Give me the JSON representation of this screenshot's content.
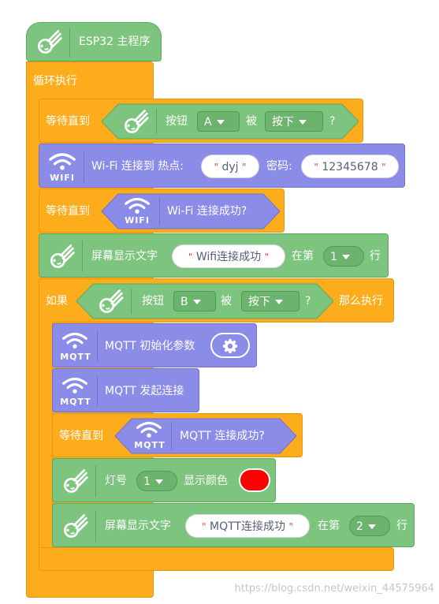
{
  "colors": {
    "green": "#7dc47f",
    "orange": "#fdac1c",
    "purple": "#8b8ce8",
    "red": "#ff0000"
  },
  "hat": {
    "label": "ESP32 主程序",
    "icon": "comet-icon"
  },
  "loop": {
    "label": "循环执行"
  },
  "wait1": {
    "label": "等待直到",
    "cond_label": "按钮",
    "button": "A",
    "mid": "被",
    "action": "按下",
    "end": "?"
  },
  "wifi_connect": {
    "icon_text": "WIFI",
    "label": "Wi-Fi 连接到 热点:",
    "ssid": "dyj",
    "pwd_label": "密码:",
    "password": "12345678"
  },
  "wait2": {
    "label": "等待直到",
    "icon_text": "WIFI",
    "cond": "Wi-Fi 连接成功?"
  },
  "display1": {
    "label": "屏幕显示文字",
    "text": "Wifi连接成功",
    "at": "在第",
    "line": "1",
    "unit": "行"
  },
  "if_block": {
    "label": "如果",
    "cond_label": "按钮",
    "button": "B",
    "mid": "被",
    "action": "按下",
    "end": "?",
    "then": "那么执行"
  },
  "mqtt_init": {
    "icon_text": "MQTT",
    "label": "MQTT 初始化参数"
  },
  "mqtt_connect": {
    "icon_text": "MQTT",
    "label": "MQTT 发起连接"
  },
  "wait3": {
    "label": "等待直到",
    "icon_text": "MQTT",
    "cond": "MQTT 连接成功?"
  },
  "led": {
    "label": "灯号",
    "num": "1",
    "show": "显示颜色"
  },
  "display2": {
    "label": "屏幕显示文字",
    "text": "MQTT连接成功",
    "at": "在第",
    "line": "2",
    "unit": "行"
  },
  "watermark": "https://blog.csdn.net/weixin_44575964"
}
